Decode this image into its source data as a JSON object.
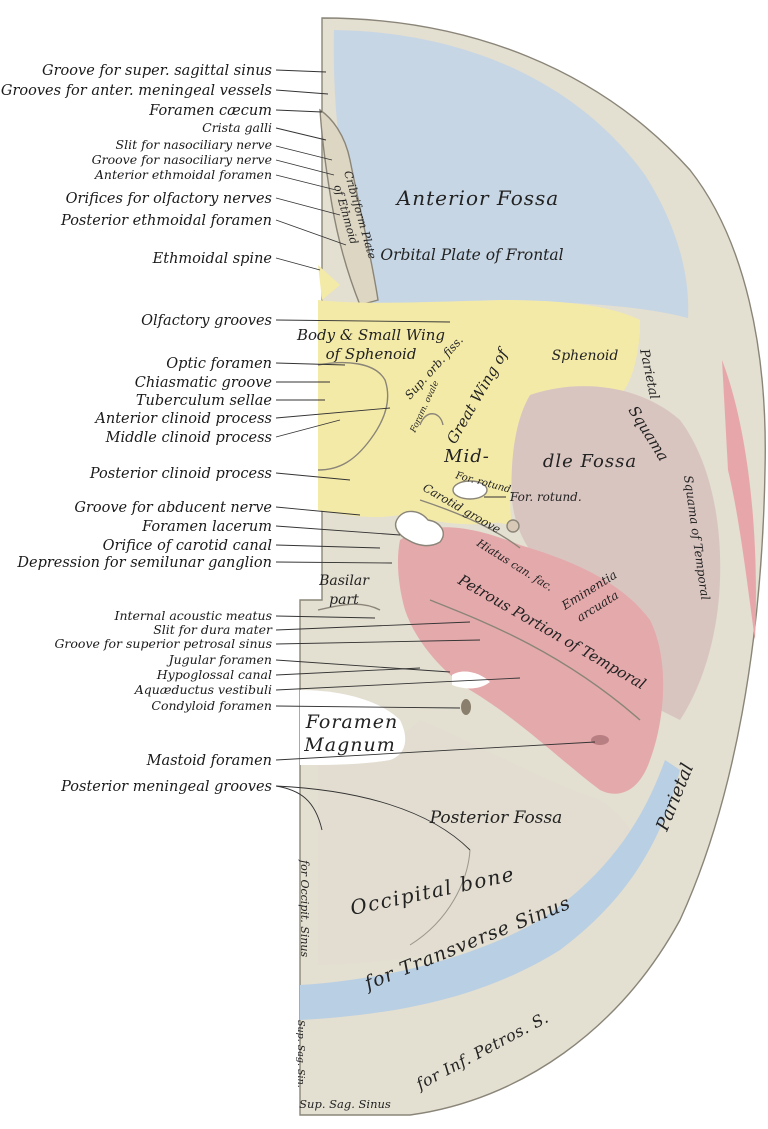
{
  "colors": {
    "outer_bone": "#e3dfd1",
    "anterior_fossa": "#c7d6e4",
    "sphenoid_body": "#f4eaa8",
    "middle_fossa": "#d9c5c0",
    "petrous": "#e4a9ab",
    "posterior_fossa": "#e2ddd0",
    "transverse_sinus": "#b9cfe3",
    "parietal_edge": "#e7a7aa",
    "foramen_white": "#ffffff"
  },
  "left_labels": [
    "Groove for super. sagittal sinus",
    "Grooves for anter. meningeal vessels",
    "Foramen cæcum",
    "Crista galli",
    "Slit for nasociliary nerve",
    "Groove for nasociliary nerve",
    "Anterior ethmoidal foramen",
    "Orifices for olfactory nerves",
    "Posterior ethmoidal foramen",
    "Ethmoidal spine",
    "Olfactory grooves",
    "Optic foramen",
    "Chiasmatic groove",
    "Tuberculum sellae",
    "Anterior clinoid process",
    "Middle clinoid process",
    "Posterior clinoid process",
    "Groove for abducent nerve",
    "Foramen lacerum",
    "Orifice of carotid canal",
    "Depression for semilunar ganglion",
    "Internal acoustic meatus",
    "Slit for dura mater",
    "Groove for superior petrosal sinus",
    "Jugular foramen",
    "Hypoglossal canal",
    "Aquæductus vestibuli",
    "Condyloid foramen",
    "Mastoid foramen",
    "Posterior meningeal grooves"
  ],
  "regions": {
    "anterior_fossa": "Anterior Fossa",
    "orbital_plate": "Orbital Plate of Frontal",
    "cribriform": "Cribriform Plate",
    "of_ethmoid": "of Ethmoid",
    "body_wing_1": "Body & Small Wing",
    "body_wing_2": "of Sphenoid",
    "sup_orb_fiss": "Sup. orb. fiss.",
    "great_wing": "Great Wing of",
    "sphenoid": "Sphenoid",
    "parietal_top": "Parietal",
    "squama": "Squama",
    "squama_temporal": "Squama of Temporal",
    "foramen_ovale": "Foram. ovale",
    "middle_fossa_a": "Mid-",
    "middle_fossa_b": "dle Fossa",
    "for_rotund_inner": "For. rotund.",
    "for_rotund": "For. rotund.",
    "carotid_groove": "Carotid groove",
    "hiatus": "Hiatus can. fac.",
    "eminentia": "Eminentia",
    "arcuata": "arcuata",
    "petrous": "Petrous Portion of Temporal",
    "basilar_1": "Basilar",
    "basilar_2": "part",
    "foramen_magnum_1": "Foramen",
    "foramen_magnum_2": "Magnum",
    "posterior_fossa": "Posterior Fossa",
    "parietal": "Parietal",
    "occipital_bone": "Occipital bone",
    "for_occipit": "for Occipit. Sinus",
    "transverse_sinus": "for Transverse Sinus",
    "sup_sag_sin_vertical": "Sup. Sag. Sin.",
    "sup_sag_sinus": "Sup. Sag. Sinus",
    "inf_petros": "for Inf. Petros. S."
  }
}
